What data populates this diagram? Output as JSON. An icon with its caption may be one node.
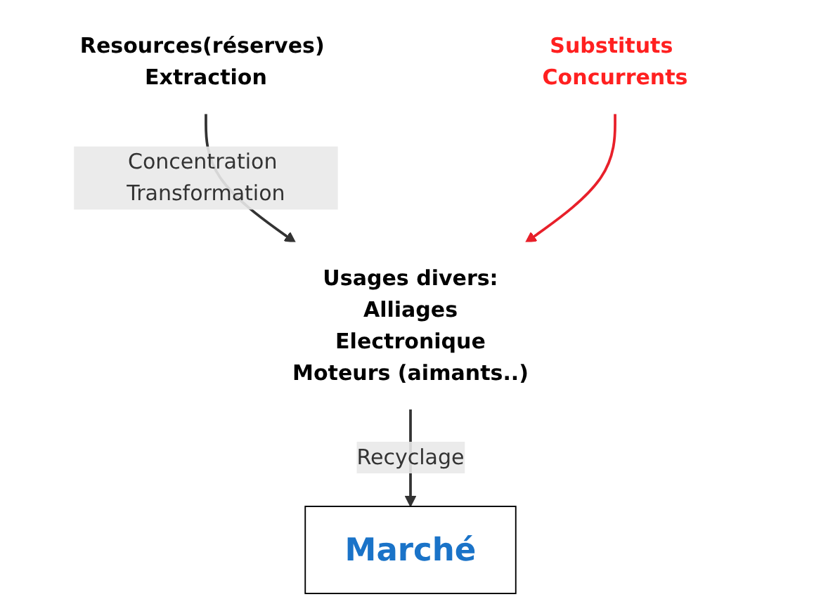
{
  "diagram": {
    "nodes": [
      {
        "text": [
          "Resources(réserves) Extraction"
        ]
      },
      {
        "text": [
          "Substituts Concurrents"
        ]
      },
      {
        "text": [
          "Usages divers:",
          "Alliages",
          "Electronique",
          "Moteurs (aimants..)"
        ]
      },
      {
        "text": [
          "Marché"
        ]
      }
    ],
    "edges": [
      {
        "from": 0,
        "to": 2,
        "arrow": "to",
        "label": "Concentration Transformation"
      },
      {
        "from": 2,
        "to": 3,
        "arrow": "to",
        "label": "Recyclage"
      },
      {
        "from": 1,
        "to": 2,
        "arrow": "to",
        "color": "#e8202a"
      }
    ]
  }
}
